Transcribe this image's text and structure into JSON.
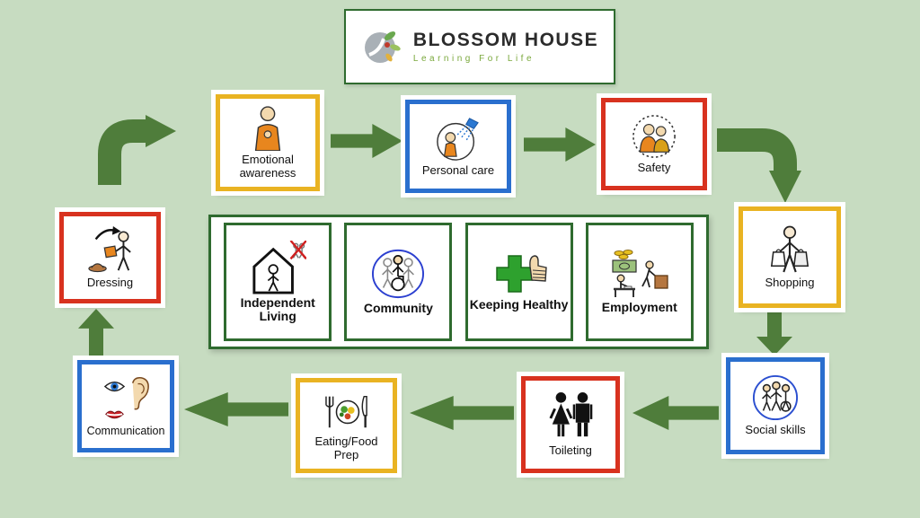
{
  "logo": {
    "title": "BLOSSOM HOUSE",
    "subtitle": "Learning For Life",
    "icon": "blossom-flower-icon"
  },
  "colors": {
    "background": "#c7dcc1",
    "arrow_green": "#4f7d3b",
    "dark_green_border": "#2f6b2f",
    "yellow_border": "#e9b322",
    "blue_border": "#2a6fce",
    "red_border": "#d8321f"
  },
  "cycle_nodes": [
    {
      "id": "emotional-awareness",
      "label": "Emotional awareness",
      "border": "yellow",
      "icon": "emotional-awareness-icon"
    },
    {
      "id": "personal-care",
      "label": "Personal care",
      "border": "blue",
      "icon": "personal-care-icon"
    },
    {
      "id": "safety",
      "label": "Safety",
      "border": "red",
      "icon": "safety-icon"
    },
    {
      "id": "shopping",
      "label": "Shopping",
      "border": "yellow",
      "icon": "shopping-icon"
    },
    {
      "id": "social-skills",
      "label": "Social skills",
      "border": "blue",
      "icon": "social-skills-icon"
    },
    {
      "id": "toileting",
      "label": "Toileting",
      "border": "red",
      "icon": "toileting-icon"
    },
    {
      "id": "eating-food-prep",
      "label": "Eating/Food Prep",
      "border": "yellow",
      "icon": "eating-food-prep-icon"
    },
    {
      "id": "communication",
      "label": "Communication",
      "border": "blue",
      "icon": "communication-icon"
    },
    {
      "id": "dressing",
      "label": "Dressing",
      "border": "red",
      "icon": "dressing-icon"
    }
  ],
  "center_nodes": [
    {
      "id": "independent-living",
      "label": "Independent Living",
      "icon": "independent-living-icon"
    },
    {
      "id": "community",
      "label": "Community",
      "icon": "community-icon"
    },
    {
      "id": "keeping-healthy",
      "label": "Keeping Healthy",
      "icon": "keeping-healthy-icon"
    },
    {
      "id": "employment",
      "label": "Employment",
      "icon": "employment-icon"
    }
  ],
  "flow": "clockwise cycle: Emotional awareness → Personal care → Safety → Shopping → Social skills → Toileting → Eating/Food Prep → Communication → Dressing → (back to top)"
}
